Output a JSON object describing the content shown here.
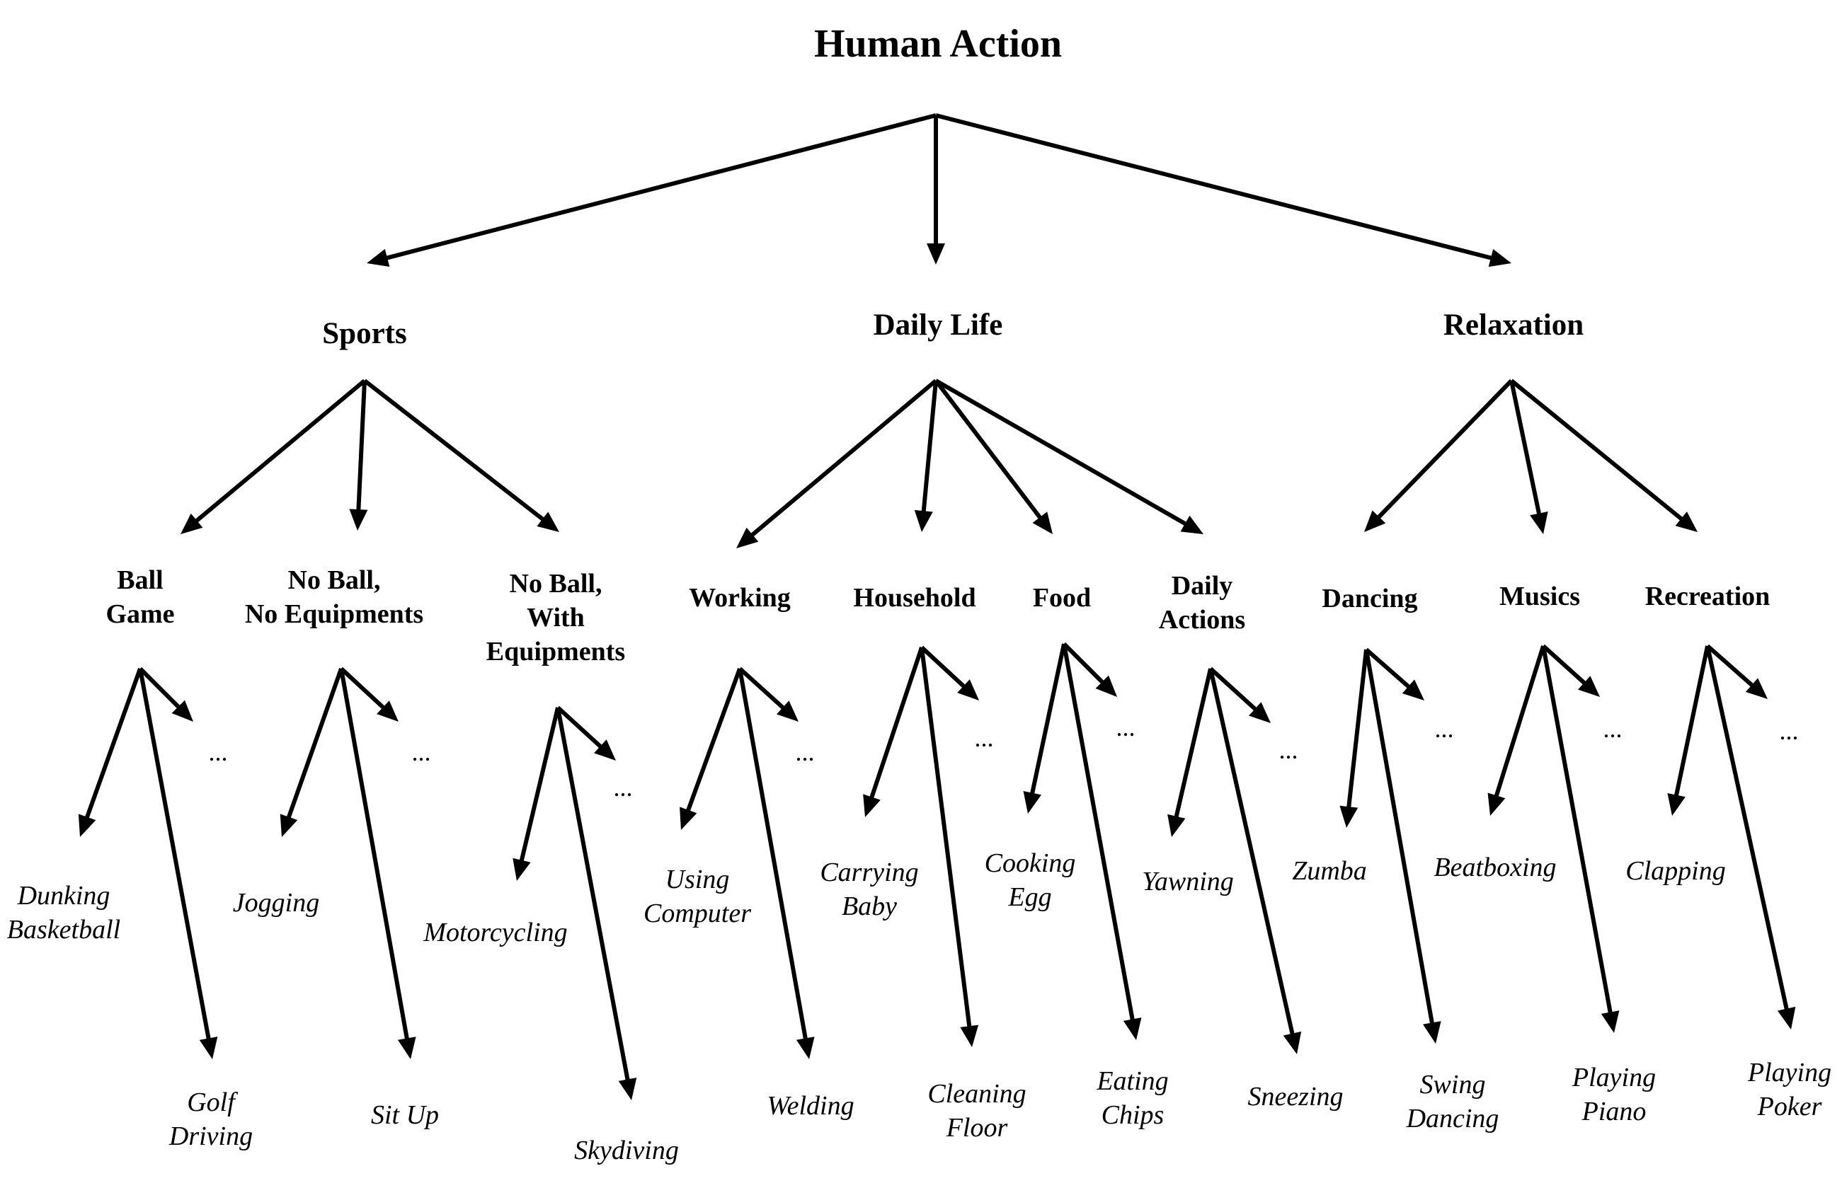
{
  "root": {
    "label": "Human Action"
  },
  "level1": [
    {
      "label": [
        "Sports"
      ]
    },
    {
      "label": [
        "Daily Life"
      ]
    },
    {
      "label": [
        "Relaxation"
      ]
    }
  ],
  "level2": [
    {
      "label": [
        "Ball",
        "Game"
      ]
    },
    {
      "label": [
        "No Ball,",
        "No Equipments"
      ]
    },
    {
      "label": [
        "No Ball,",
        "With",
        "Equipments"
      ]
    },
    {
      "label": [
        "Working"
      ]
    },
    {
      "label": [
        "Household"
      ]
    },
    {
      "label": [
        "Food"
      ]
    },
    {
      "label": [
        "Daily",
        "Actions"
      ]
    },
    {
      "label": [
        "Dancing"
      ]
    },
    {
      "label": [
        "Musics"
      ]
    },
    {
      "label": [
        "Recreation"
      ]
    }
  ],
  "leaves": [
    {
      "near": [
        "Dunking",
        "Basketball"
      ],
      "far": [
        "Golf",
        "Driving"
      ]
    },
    {
      "near": [
        "Jogging"
      ],
      "far": [
        "Sit Up"
      ]
    },
    {
      "near": [
        "Motorcycling"
      ],
      "far": [
        "Skydiving"
      ]
    },
    {
      "near": [
        "Using",
        "Computer"
      ],
      "far": [
        "Welding"
      ]
    },
    {
      "near": [
        "Carrying",
        "Baby"
      ],
      "far": [
        "Cleaning",
        "Floor"
      ]
    },
    {
      "near": [
        "Cooking",
        "Egg"
      ],
      "far": [
        "Eating",
        "Chips"
      ]
    },
    {
      "near": [
        "Yawning"
      ],
      "far": [
        "Sneezing"
      ]
    },
    {
      "near": [
        "Zumba"
      ],
      "far": [
        "Swing",
        "Dancing"
      ]
    },
    {
      "near": [
        "Beatboxing"
      ],
      "far": [
        "Playing",
        "Piano"
      ]
    },
    {
      "near": [
        "Clapping"
      ],
      "far": [
        "Playing",
        "Poker"
      ]
    }
  ],
  "ellipsis": "..."
}
